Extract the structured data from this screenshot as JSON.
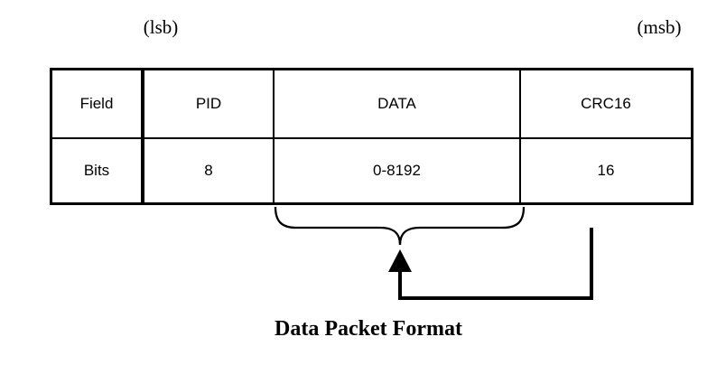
{
  "diagram": {
    "title": "Data Packet Format",
    "top_labels": {
      "lsb": "(lsb)",
      "msb": "(msb)"
    },
    "table": {
      "rows": [
        [
          "Field",
          "PID",
          "DATA",
          "CRC16"
        ],
        [
          "Bits",
          "8",
          "0-8192",
          "16"
        ]
      ]
    },
    "annotations": {
      "brace_target_column": "DATA",
      "arrow_from_column": "CRC16"
    },
    "caption": "Data Packet Format",
    "colors": {
      "line": "#000000",
      "text": "#000000",
      "background": "#ffffff"
    }
  }
}
